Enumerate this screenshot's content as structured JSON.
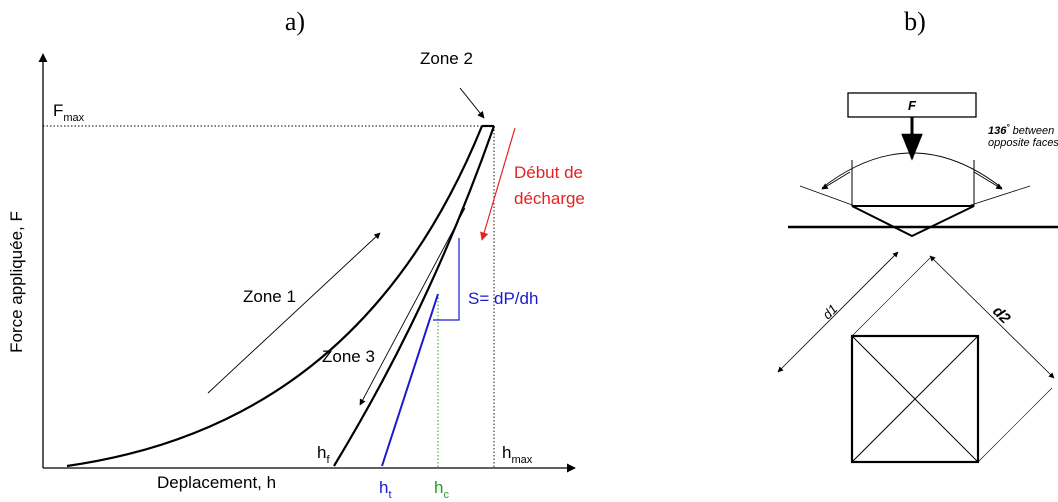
{
  "panel_a": {
    "label": "a)",
    "y_axis_label": "Force appliquée, F",
    "x_axis_label": "Deplacement, h",
    "fmax": {
      "main": "F",
      "sub": "max"
    },
    "hmax": {
      "main": "h",
      "sub": "max"
    },
    "hf": {
      "main": "h",
      "sub": "f"
    },
    "ht": {
      "main": "h",
      "sub": "t"
    },
    "hc": {
      "main": "h",
      "sub": "c"
    },
    "zone1": "Zone 1",
    "zone2": "Zone 2",
    "zone3": "Zone 3",
    "unload_start_line1": "Début de",
    "unload_start_line2": "décharge",
    "stiffness": "S= dP/dh",
    "colors": {
      "curve": "#000000",
      "unload_arrow": "#e52222",
      "tangent": "#1a1acc",
      "hc": "#22a022"
    }
  },
  "panel_b": {
    "label": "b)",
    "force_label": "F",
    "angle_value": "136",
    "angle_unit": "°",
    "angle_text_line1": " between",
    "angle_text_line2": "opposite faces",
    "d1": "d1",
    "d2": "d2"
  }
}
